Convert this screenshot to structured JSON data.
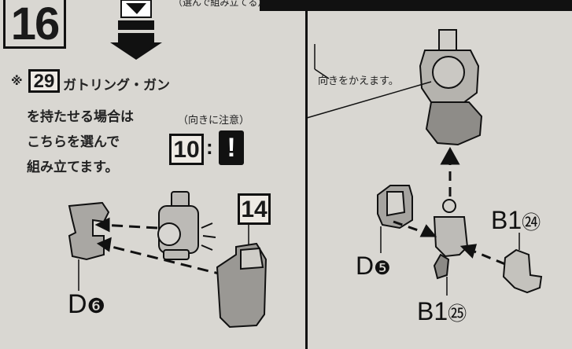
{
  "step": {
    "number": "16",
    "header_note": "（選んで組み立てる）"
  },
  "note": {
    "mark": "※",
    "part_number": "29",
    "line1": "ガトリング・ガン",
    "line2": "を持たせる場合は",
    "line3": "こちらを選んで",
    "line4": "組み立てます。"
  },
  "caution": {
    "text": "（向きに注意）",
    "part_number": "10",
    "colon": ":",
    "symbol": "!"
  },
  "left_parts": {
    "box_14": "14",
    "d6_letter": "D",
    "d6_num": "❻"
  },
  "right": {
    "rotate_note": "向きをかえます。",
    "d5_letter": "D",
    "d5_num": "❺",
    "b1_24_label": "B1",
    "b1_24_num": "㉔",
    "b1_25_label": "B1",
    "b1_25_num": "㉕"
  }
}
